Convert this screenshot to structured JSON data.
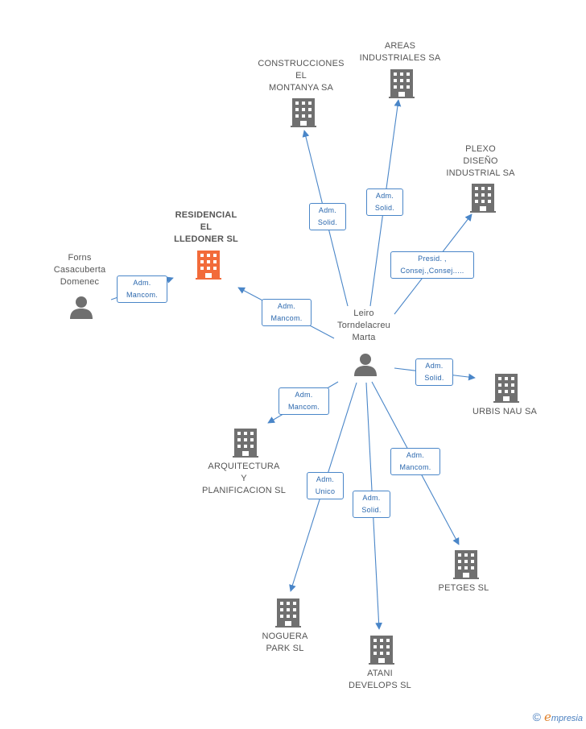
{
  "colors": {
    "edge": "#4a86c8",
    "edge_label_text": "#2a67ad",
    "building": "#707070",
    "building_highlight": "#f26b3a",
    "person": "#6f6f6f"
  },
  "nodes": {
    "construcciones": {
      "label": "CONSTRUCCIONES\nEL\nMONTANYA SA",
      "icon": "building-icon"
    },
    "areas": {
      "label": "AREAS\nINDUSTRIALES SA",
      "icon": "building-icon"
    },
    "plexo": {
      "label": "PLEXO\nDISEÑO\nINDUSTRIAL SA",
      "icon": "building-icon"
    },
    "residencial": {
      "label": "RESIDENCIAL\nEL\nLLEDONER SL",
      "icon": "building-icon"
    },
    "forns": {
      "label": "Forns\nCasacuberta\nDomenec",
      "icon": "person-icon"
    },
    "leiro": {
      "label": "Leiro\nTorndelacreu\nMarta",
      "icon": "person-icon"
    },
    "urbis": {
      "label": "URBIS NAU SA",
      "icon": "building-icon"
    },
    "arquitectura": {
      "label": "ARQUITECTURA\nY\nPLANIFICACION SL",
      "icon": "building-icon"
    },
    "petges": {
      "label": "PETGES SL",
      "icon": "building-icon"
    },
    "noguera": {
      "label": "NOGUERA\nPARK SL",
      "icon": "building-icon"
    },
    "atani": {
      "label": "ATANI\nDEVELOPS SL",
      "icon": "building-icon"
    }
  },
  "edges": {
    "forns_residencial": "Adm.\nMancom.",
    "leiro_residencial": "Adm.\nMancom.",
    "leiro_construcciones": "Adm.\nSolid.",
    "leiro_areas": "Adm.\nSolid.",
    "leiro_plexo": "Presid. ,\nConsej.,Consej.....",
    "leiro_urbis": "Adm.\nSolid.",
    "leiro_arquitectura": "Adm.\nMancom.",
    "leiro_noguera": "Adm.\nUnico",
    "leiro_atani": "Adm.\nSolid.",
    "leiro_petges": "Adm.\nMancom."
  },
  "footer": {
    "copyright_symbol": "©",
    "brand_initial": "e",
    "brand_rest": "mpresia"
  }
}
